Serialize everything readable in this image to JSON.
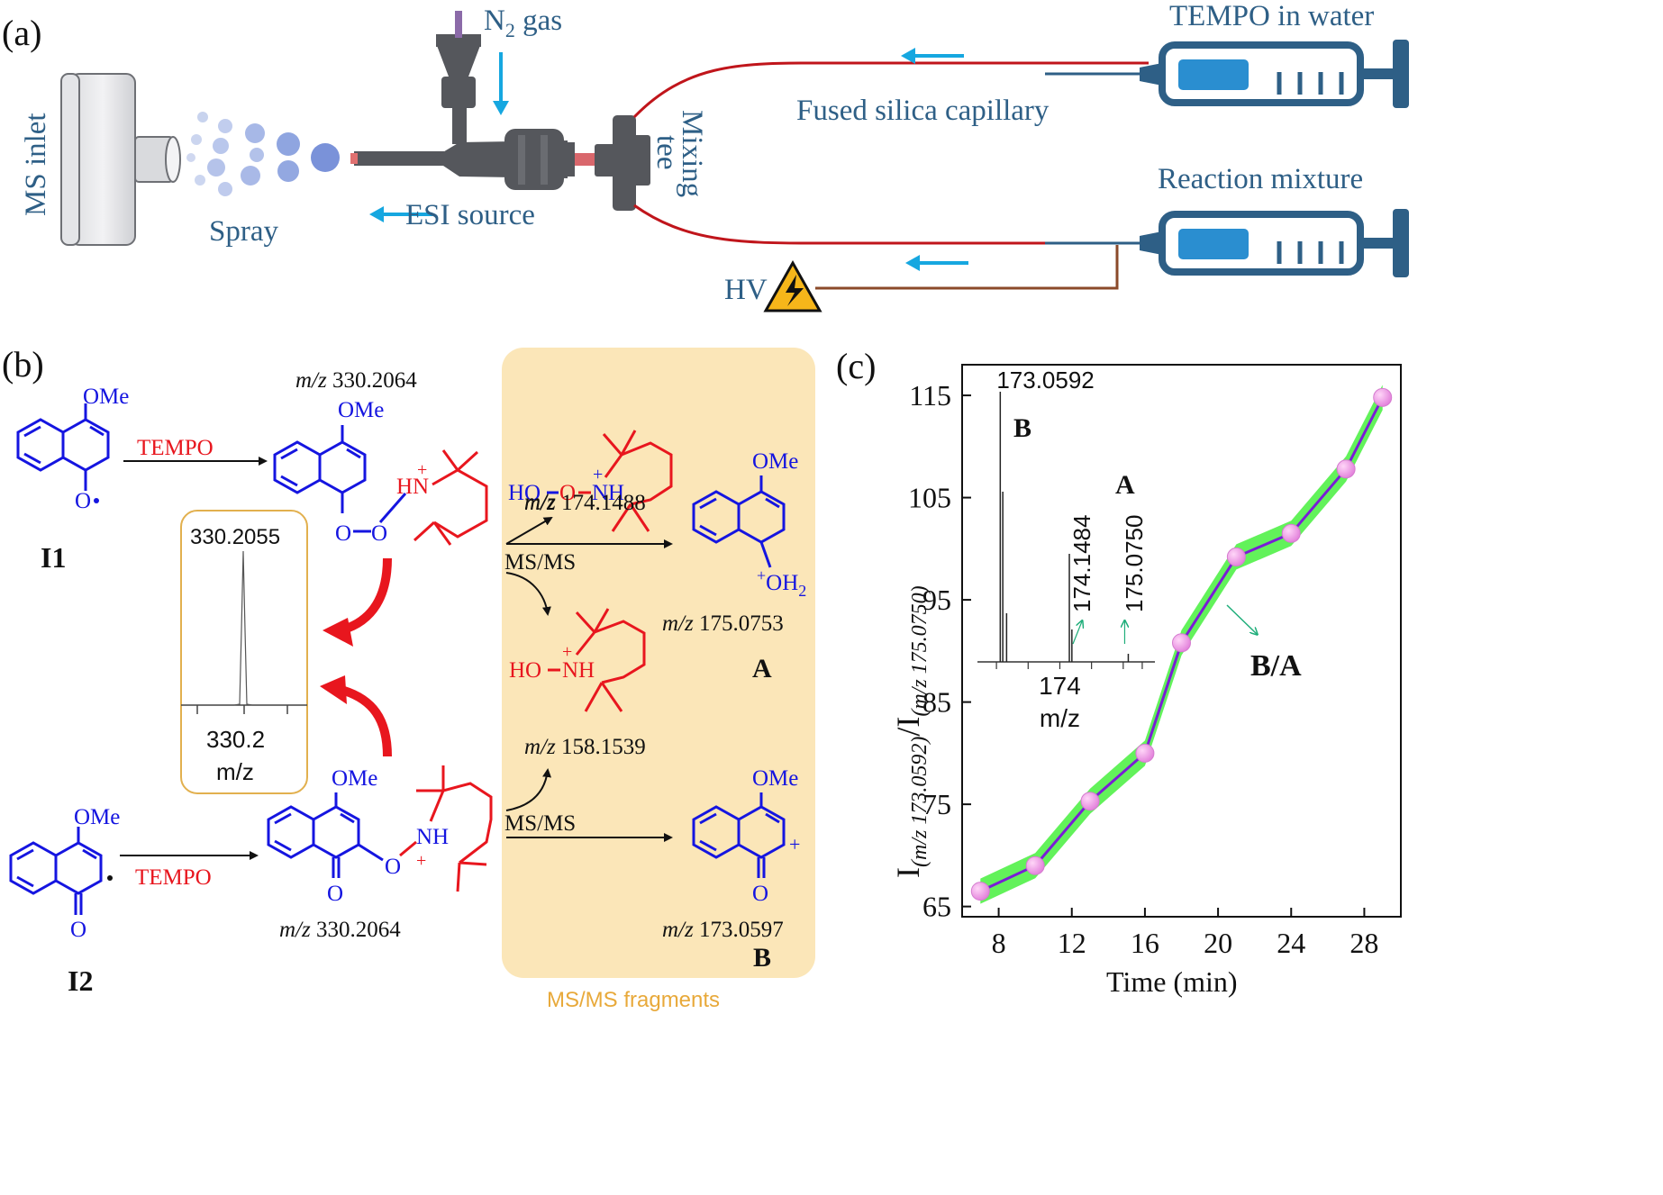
{
  "panel_a": {
    "label": "(a)",
    "ms_inlet": "MS inlet",
    "spray": "Spray",
    "n2": "N",
    "n2_sub": "2",
    "n2_gas": " gas",
    "esi_source": "ESI source",
    "mixing_tee_1": "Mixing",
    "mixing_tee_2": "tee",
    "capillary": "Fused silica capillary",
    "tempo_syringe": "TEMPO in water",
    "reaction_syringe": "Reaction mixture",
    "hv": "HV",
    "colors": {
      "text": "#2e5f86",
      "capillary": "#c0151b",
      "arrow": "#16a7e0",
      "source": "#55575c"
    }
  },
  "panel_b": {
    "label": "(b)",
    "ome": "OMe",
    "i1_label": "I1",
    "i2_label": "I2",
    "tempo": "TEMPO",
    "mz_prefix": "m/z",
    "adduct_top_mz": "330.2064",
    "adduct_bottom_mz": "330.2064",
    "hn_plus": "HN",
    "nh": "NH",
    "plus": "+",
    "o": "O",
    "ho": "HO",
    "oh2": "OH",
    "oh2_sub": "2",
    "inset": {
      "peak": "330.2055",
      "tick": "330.2",
      "xlabel": "m/z"
    },
    "msms_box": {
      "title": "MS/MS fragments",
      "msms_1": "MS/MS",
      "msms_2": "MS/MS",
      "frag_174_mz": "174.1488",
      "frag_158_mz": "158.1539",
      "frag_a_mz": "175.0753",
      "frag_b_mz": "173.0597",
      "a_label": "A",
      "b_label": "B"
    },
    "colors": {
      "box": "#fbe6b8",
      "blue": "#1515e0",
      "red": "#e8161e",
      "red_arrow": "#e8161e"
    }
  },
  "panel_c": {
    "label": "(c)",
    "ratio_label": "B/A",
    "colors": {
      "line": "#7a1cd6",
      "band": "#62f25a",
      "marker": "#ec8ee6",
      "grid": "none"
    }
  },
  "chart_data": [
    {
      "type": "line",
      "x": [
        7,
        10,
        13,
        16,
        18,
        21,
        24,
        27,
        29
      ],
      "values": [
        66.5,
        69.0,
        75.3,
        80.0,
        90.8,
        99.2,
        101.5,
        107.8,
        114.8
      ],
      "xlabel": "Time (min)",
      "ylabel_main": "I",
      "ylabel_sub1": "(m/z 173.0592)",
      "ylabel_slash": "/I",
      "ylabel_sub2": "(m/z 175.0750)",
      "xticks": [
        8,
        12,
        16,
        20,
        24,
        28
      ],
      "yticks": [
        65,
        75,
        85,
        95,
        105,
        115
      ],
      "xlim": [
        6,
        30
      ],
      "ylim": [
        64,
        118
      ]
    },
    {
      "type": "bar",
      "title": "mass spectrum inset",
      "peaks": [
        {
          "mz": 173.06,
          "intensity": 100,
          "label": "173.0592"
        },
        {
          "mz": 173.1,
          "intensity": 63
        },
        {
          "mz": 173.16,
          "intensity": 18
        },
        {
          "mz": 174.15,
          "intensity": 40,
          "label": "174.1484"
        },
        {
          "mz": 174.19,
          "intensity": 12
        },
        {
          "mz": 175.08,
          "intensity": 3,
          "label": "175.0750"
        }
      ],
      "b_label": "B",
      "a_label": "A",
      "xtick": "174",
      "xlabel": "m/z",
      "xlim": [
        172.7,
        175.5
      ]
    }
  ]
}
